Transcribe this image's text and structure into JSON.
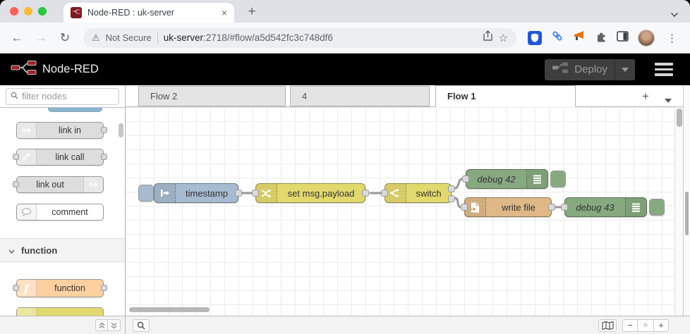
{
  "browser": {
    "tab": {
      "title": "Node-RED : uk-server",
      "close_label": "×"
    },
    "new_tab_label": "+",
    "address": {
      "security_label": "Not Secure",
      "host": "uk-server",
      "path": ":2718/#flow/a5d542fc3c748df6"
    }
  },
  "header": {
    "app_title": "Node-RED",
    "deploy": {
      "label": "Deploy"
    }
  },
  "palette": {
    "filter_placeholder": "filter nodes",
    "items": [
      {
        "label": "link in",
        "color": "#dddddd"
      },
      {
        "label": "link call",
        "color": "#dddddd"
      },
      {
        "label": "link out",
        "color": "#dddddd"
      },
      {
        "label": "comment",
        "color": "#ffffff"
      }
    ],
    "category_label": "function",
    "function_item": {
      "label": "function",
      "color": "#fdd0a2"
    },
    "partial_top_color": "#89b5d1",
    "partial_bottom_color": "#e2d96e"
  },
  "workspace": {
    "tabs": [
      {
        "label": "Flow 2",
        "active": false
      },
      {
        "label": "4",
        "active": false
      },
      {
        "label": "Flow 1",
        "active": true
      }
    ],
    "add_tab_label": "+"
  },
  "flow": {
    "nodes": [
      {
        "label": "timestamp",
        "type": "inject",
        "color": "#a6bbcf"
      },
      {
        "label": "set msg.payload",
        "type": "change",
        "color": "#e2d96e"
      },
      {
        "label": "switch",
        "type": "switch",
        "color": "#e2d96e"
      },
      {
        "label": "debug 42",
        "type": "debug",
        "color": "#87a980"
      },
      {
        "label": "write file",
        "type": "file",
        "color": "#deb887"
      },
      {
        "label": "debug 43",
        "type": "debug",
        "color": "#87a980"
      }
    ]
  },
  "footer": {
    "controls": {
      "zoom_out": "−",
      "zoom_reset": "○",
      "zoom_in": "+"
    }
  },
  "colors": {
    "header_bg": "#000000",
    "wire": "#999999",
    "grid": "#ececec",
    "brand_red": "#8f0000"
  }
}
